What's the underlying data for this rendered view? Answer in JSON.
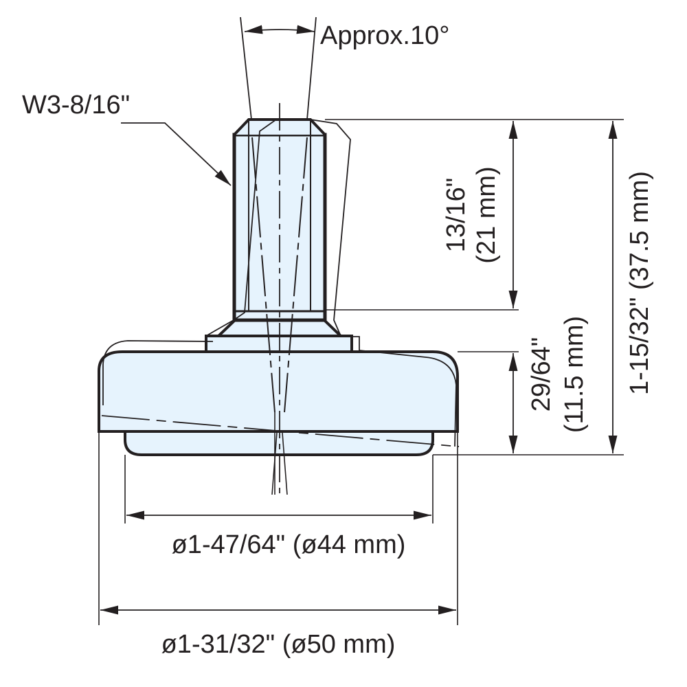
{
  "diagram": {
    "title": "Leveling foot technical drawing",
    "colors": {
      "line": "#231f20",
      "fill": "#e6f3fd",
      "background": "#ffffff"
    },
    "labels": {
      "angle": "Approx.10°",
      "thread": "W3-8/16\"",
      "stem_height_in": "13/16\"",
      "stem_height_mm": "(21 mm)",
      "base_height_in": "29/64\"",
      "base_height_mm": "(11.5 mm)",
      "total_height": "1-15/32\" (37.5 mm)",
      "pad_diameter": "ø1-47/64\" (ø44 mm)",
      "base_diameter": "ø1-31/32\" (ø50 mm)"
    }
  }
}
